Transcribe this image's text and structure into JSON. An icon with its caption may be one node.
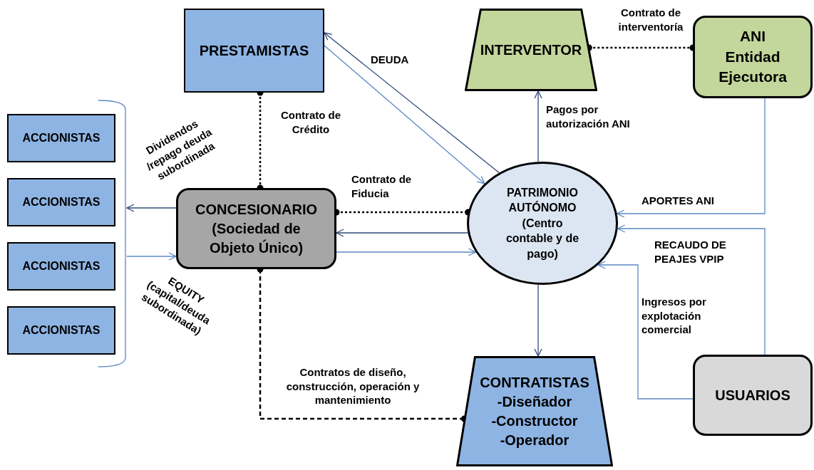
{
  "diagram": {
    "nodes": [
      {
        "text": [
          "PRESTAMISTAS"
        ]
      },
      {
        "text": [
          "INTERVENTOR"
        ]
      },
      {
        "text": [
          "ANI",
          "Entidad Ejecutora"
        ]
      },
      {
        "text": [
          "ACCIONISTAS"
        ]
      },
      {
        "text": [
          "ACCIONISTAS"
        ]
      },
      {
        "text": [
          "ACCIONISTAS"
        ]
      },
      {
        "text": [
          "ACCIONISTAS"
        ]
      },
      {
        "text": [],
        "shape": "bracket"
      },
      {
        "text": [
          "CONCESIONARIO",
          "(Sociedad de Objeto Único)"
        ]
      },
      {
        "text": [
          "PATRIMONIO AUTÓNOMO",
          "(Centro contable y de pago)"
        ]
      },
      {
        "text": [
          "CONTRATISTAS",
          "-Diseñador",
          "-Constructor",
          "-Operador"
        ]
      },
      {
        "text": [
          "USUARIOS"
        ]
      }
    ],
    "edges": [
      {
        "from": 0,
        "to": 8,
        "arrow": "other",
        "label": "Contrato de Crédito",
        "style": "dashed",
        "color": "#000000"
      },
      {
        "from": 9,
        "to": 0,
        "arrow": "to",
        "label": "DEUDA",
        "color": "#2f4a78"
      },
      {
        "from": 0,
        "to": 9,
        "arrow": "to"
      },
      {
        "from": 1,
        "to": 2,
        "arrow": "other",
        "label": "Contrato de interventoría",
        "style": "dashed",
        "color": "#000000"
      },
      {
        "from": 9,
        "to": 1,
        "arrow": "to",
        "label": "Pagos por autorización ANI",
        "color": "#2f4a78"
      },
      {
        "from": 8,
        "to": 7,
        "arrow": "to",
        "label": "Dividendos /repago deuda subordinada",
        "color": "#2f4a78"
      },
      {
        "from": 7,
        "to": 8,
        "arrow": "to",
        "label": "EQUITY (capital/deuda subordinada)"
      },
      {
        "from": 8,
        "to": 9,
        "arrow": "other",
        "label": "Contrato de Fiducia",
        "style": "dashed",
        "color": "#000000"
      },
      {
        "from": 9,
        "to": 8,
        "arrow": "to",
        "color": "#2f4a78"
      },
      {
        "from": 8,
        "to": 9,
        "arrow": "to"
      },
      {
        "from": 2,
        "to": 9,
        "arrow": "to",
        "label": "APORTES ANI"
      },
      {
        "from": 11,
        "to": 9,
        "arrow": "to",
        "label": "RECAUDO DE PEAJES VPIP"
      },
      {
        "from": 11,
        "to": 9,
        "arrow": "to",
        "label": "Ingresos por explotación comercial"
      },
      {
        "from": 9,
        "to": 10,
        "arrow": "to",
        "color": "#2f4a78"
      },
      {
        "from": 8,
        "to": 10,
        "arrow": "other",
        "label": "Contratos de diseño, construcción, operación y mantenimiento",
        "style": "dashed",
        "color": "#000000"
      }
    ]
  }
}
